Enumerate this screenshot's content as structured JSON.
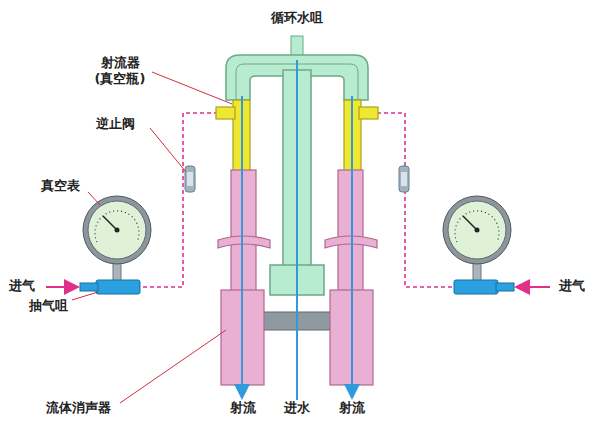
{
  "diagram": {
    "labels": [
      "循环水咀",
      "射流器 (真空瓶)",
      "逆止阀",
      "真空表",
      "进气",
      "抽气咀",
      "流体消声器",
      "射流",
      "进水",
      "射流",
      "进气"
    ]
  }
}
